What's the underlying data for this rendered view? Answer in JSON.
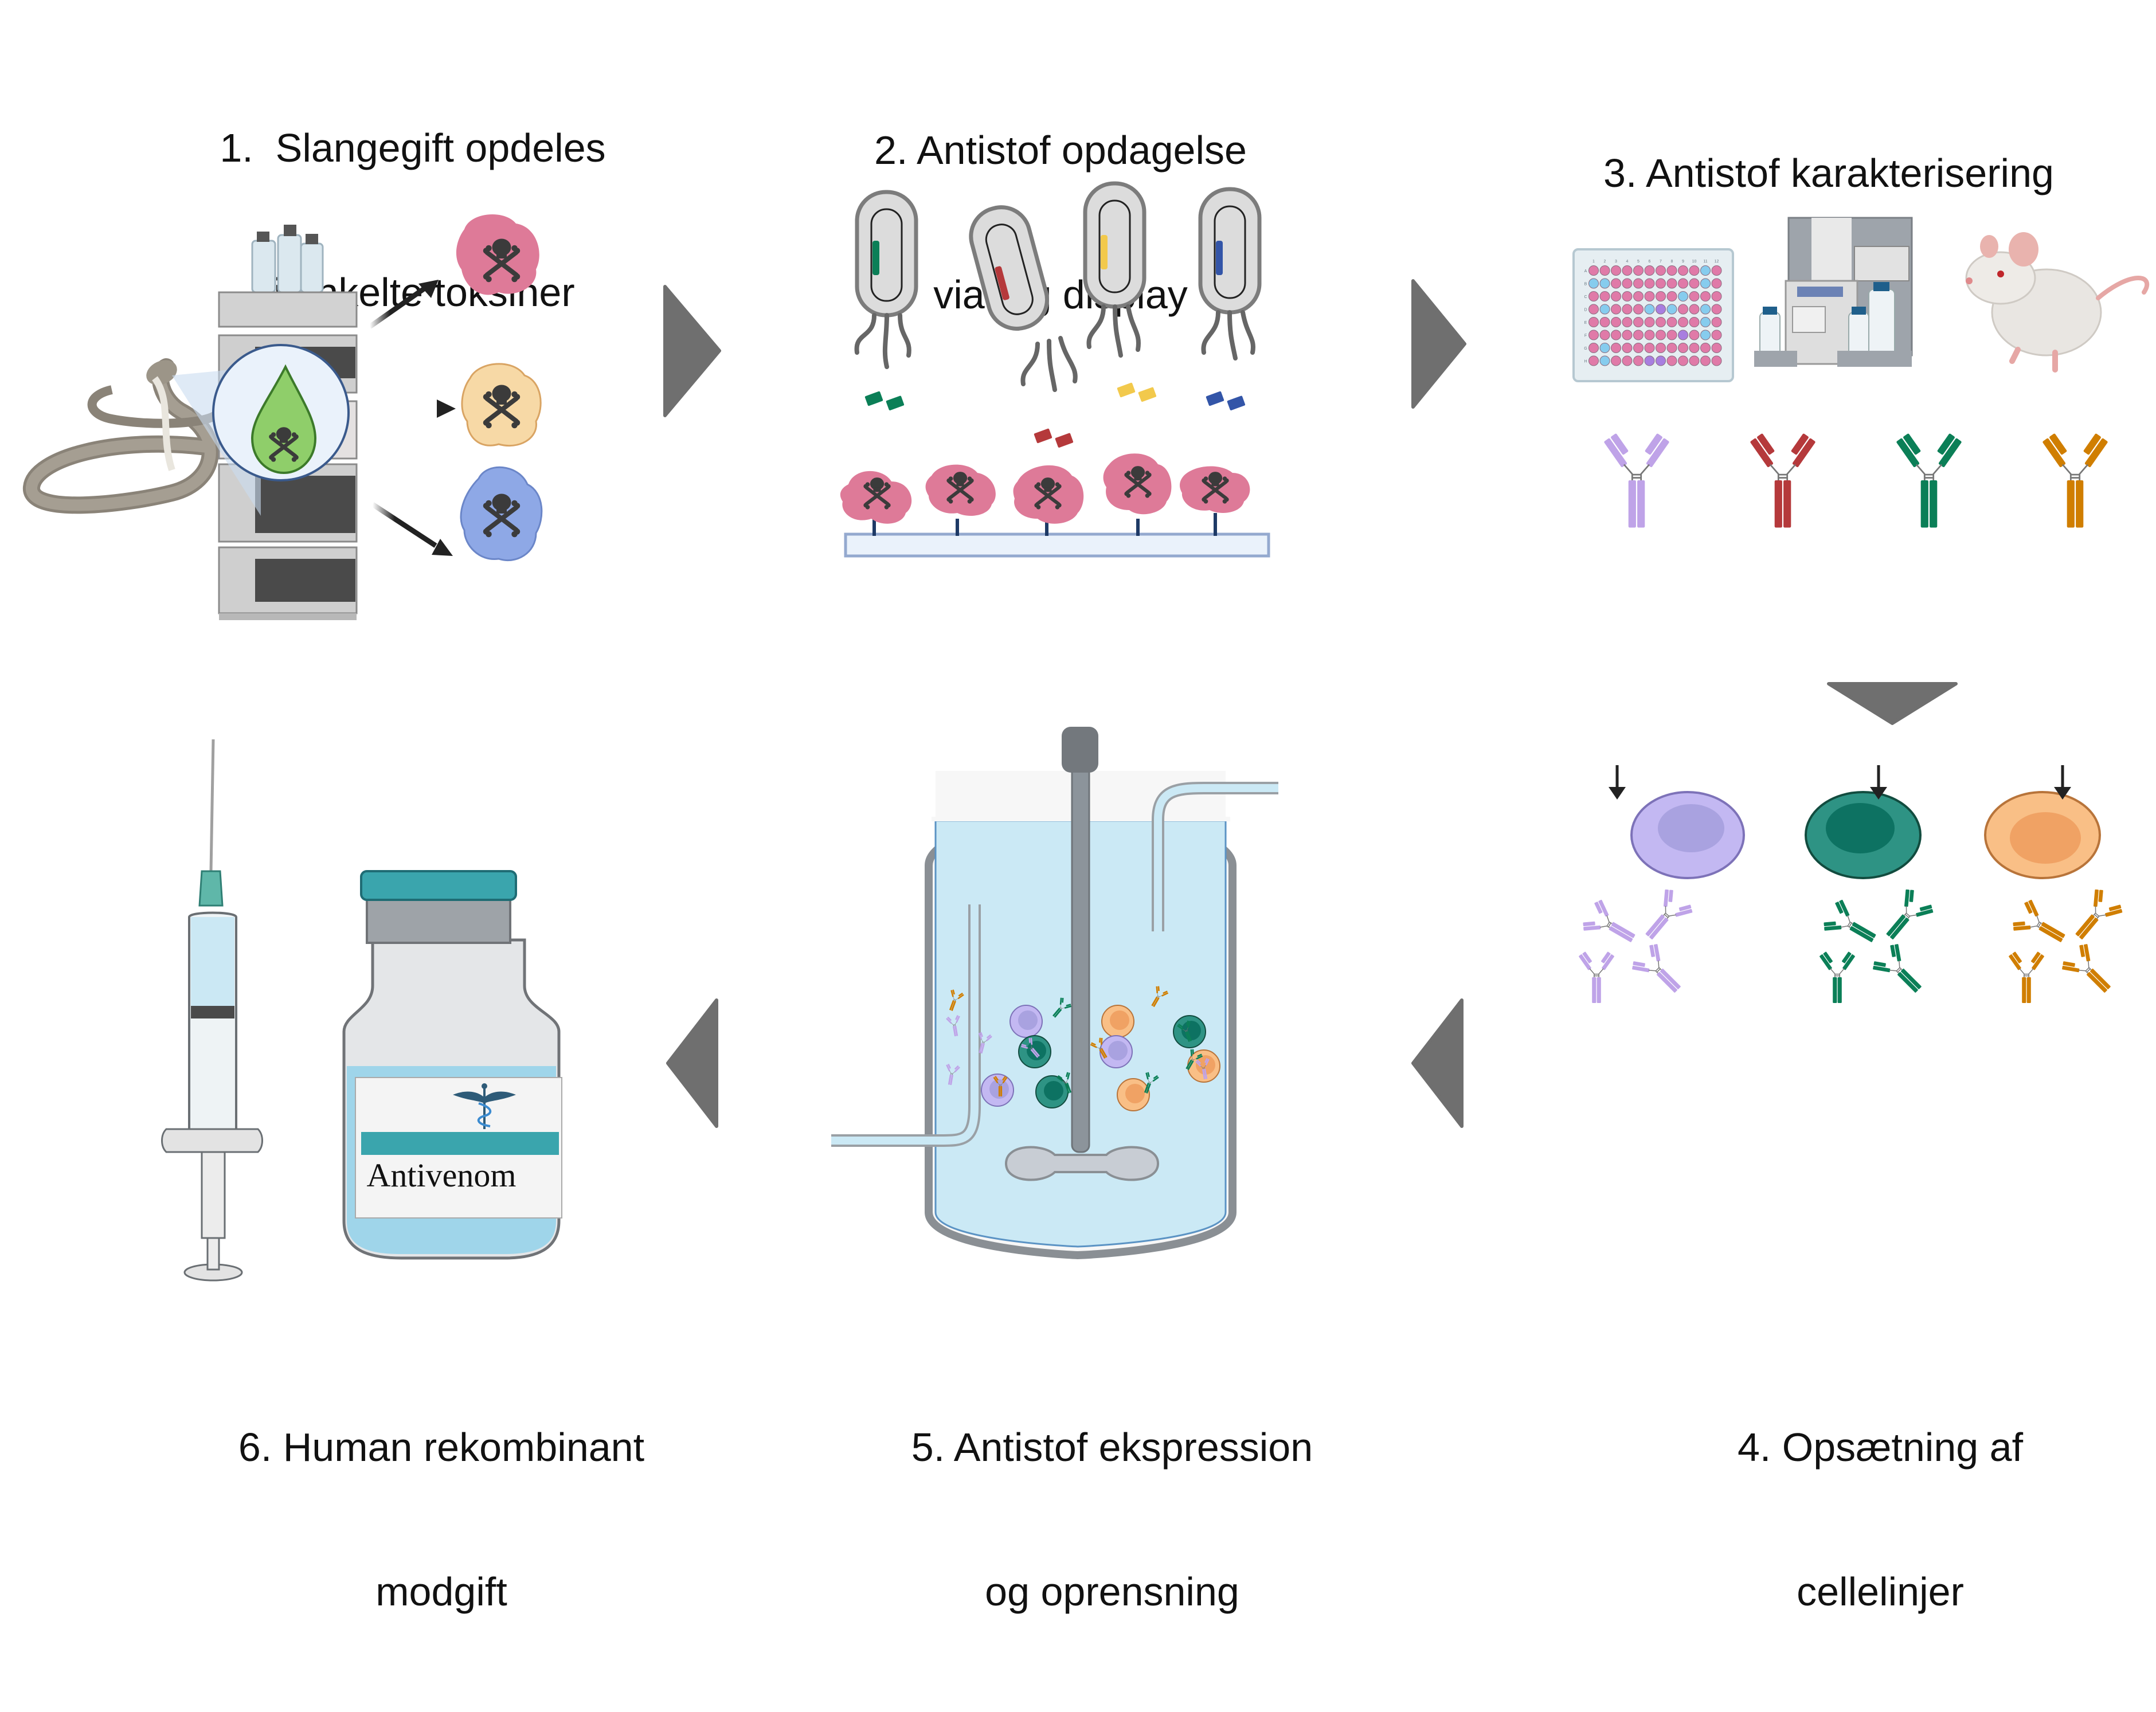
{
  "diagram": {
    "title": "Recombinant antivenom production workflow",
    "colors": {
      "flow_arrow": "#6f6f6f",
      "small_arrow": "#222222",
      "purple": "#bfa3e8",
      "red": "#b5393b",
      "green": "#0b7f57",
      "orange": "#d07e00",
      "toxin_pink": "#de7a98",
      "toxin_yellow": "#f7d9a6",
      "toxin_blue": "#8ea8e6",
      "venom_green": "#8fce6a",
      "liquid_blue": "#cbe9f5",
      "well_pink": "#e07aa8",
      "well_blue": "#86ccee",
      "well_purple": "#a87ee0",
      "cell_purple": "#c3b8f2",
      "cell_teal": "#2e9384",
      "cell_orange": "#f9bf86"
    },
    "steps": [
      {
        "id": "step-1",
        "number": "1.",
        "lines": [
          "1.  Slangegift opdeles",
          "i enkelte toksiner"
        ],
        "items": [
          "cobra",
          "hplc-system",
          "venom-drop",
          "toxin-pink",
          "toxin-yellow",
          "toxin-blue"
        ]
      },
      {
        "id": "step-2",
        "number": "2.",
        "lines": [
          "2. Antistof opdagelse",
          "via fag display"
        ],
        "items": [
          "phage-green",
          "phage-red",
          "phage-yellow",
          "phage-blue",
          "immobilized-toxins"
        ]
      },
      {
        "id": "step-3",
        "number": "3.",
        "lines": [
          "3. Antistof karakterisering"
        ],
        "items": [
          "96-well-plate",
          "analyzer-instrument",
          "mouse",
          "antibody-purple",
          "antibody-red",
          "antibody-green",
          "antibody-orange"
        ]
      },
      {
        "id": "step-4",
        "number": "4.",
        "lines": [
          "4. Opsætning af",
          "cellelinjer"
        ],
        "items": [
          "cell-purple",
          "cell-teal",
          "cell-orange"
        ]
      },
      {
        "id": "step-5",
        "number": "5.",
        "lines": [
          "5. Antistof ekspression",
          "og oprensning"
        ],
        "items": [
          "bioreactor"
        ]
      },
      {
        "id": "step-6",
        "number": "6.",
        "lines": [
          "6. Human rekombinant",
          "modgift"
        ],
        "items": [
          "syringe",
          "vial"
        ]
      }
    ],
    "vial_label": "Antivenom",
    "plate": {
      "columns": [
        "1",
        "2",
        "3",
        "4",
        "5",
        "6",
        "7",
        "8",
        "9",
        "10",
        "11",
        "12"
      ],
      "rows": [
        "A",
        "B",
        "C",
        "D",
        "E",
        "F",
        "G",
        "H"
      ],
      "blue_wells": [
        "A11",
        "B1",
        "B2",
        "B11",
        "C9",
        "D2",
        "D6",
        "D8",
        "D11",
        "E11",
        "F11",
        "G2",
        "H2"
      ],
      "purple_wells": [
        "D7",
        "F9",
        "H6",
        "H7"
      ]
    },
    "flow_arrows": [
      {
        "from": "step-1",
        "to": "step-2",
        "direction": "right"
      },
      {
        "from": "step-2",
        "to": "step-3",
        "direction": "right"
      },
      {
        "from": "step-3",
        "to": "step-4",
        "direction": "down"
      },
      {
        "from": "step-4",
        "to": "step-5",
        "direction": "left"
      },
      {
        "from": "step-5",
        "to": "step-6",
        "direction": "left"
      }
    ]
  }
}
